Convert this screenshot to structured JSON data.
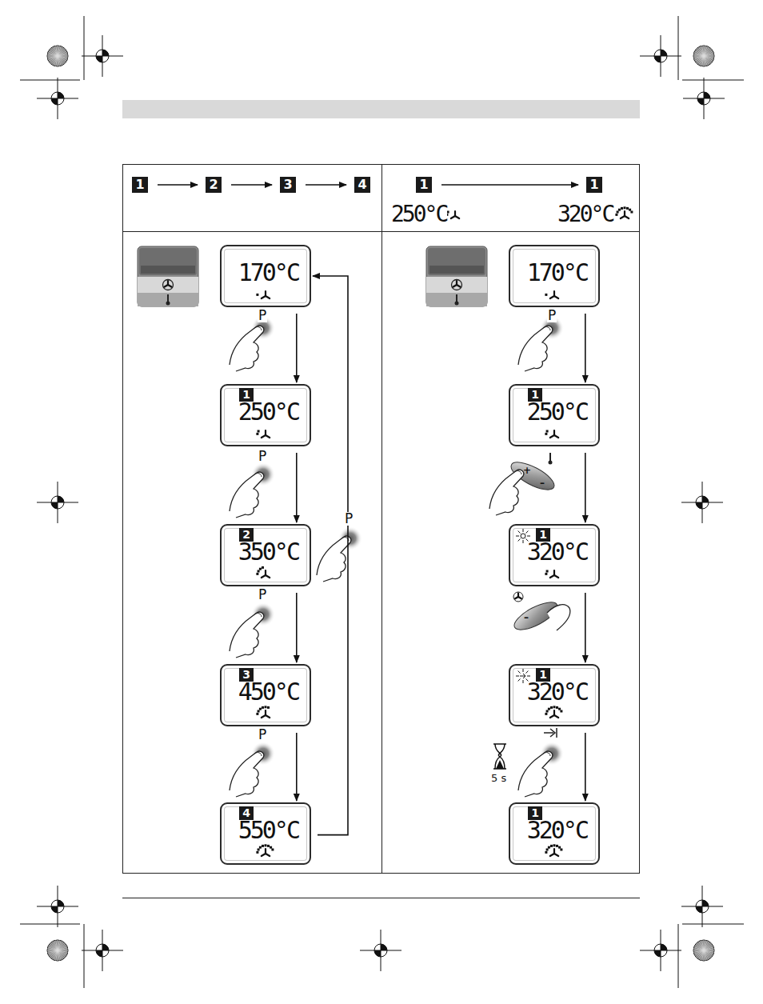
{
  "diagram": {
    "nodes": [
      {
        "text": [
          "1"
        ]
      },
      {
        "text": [
          "2"
        ]
      },
      {
        "text": [
          "3"
        ]
      },
      {
        "text": [
          "4"
        ]
      },
      {
        "text": [
          "1"
        ]
      },
      {
        "text": [
          "1"
        ]
      },
      {
        "text": [
          "170°C"
        ]
      },
      {
        "text": [
          "1",
          "250°C"
        ]
      },
      {
        "text": [
          "2",
          "350°C"
        ]
      },
      {
        "text": [
          "3",
          "450°C"
        ]
      },
      {
        "text": [
          "4",
          "550°C"
        ]
      },
      {
        "text": [
          "170°C"
        ]
      },
      {
        "text": [
          "1",
          "250°C"
        ]
      },
      {
        "text": [
          "1",
          "320°C"
        ]
      },
      {
        "text": [
          "1",
          "320°C"
        ]
      },
      {
        "text": [
          "1",
          "320°C"
        ]
      }
    ],
    "edges": [
      {
        "from": 0,
        "to": 1,
        "arrow": "to"
      },
      {
        "from": 1,
        "to": 2,
        "arrow": "to"
      },
      {
        "from": 2,
        "to": 3,
        "arrow": "to"
      },
      {
        "from": 4,
        "to": 5,
        "arrow": "to"
      },
      {
        "from": 6,
        "to": 7,
        "arrow": "to"
      },
      {
        "from": 7,
        "to": 8,
        "arrow": "to"
      },
      {
        "from": 8,
        "to": 9,
        "arrow": "to"
      },
      {
        "from": 9,
        "to": 10,
        "arrow": "to"
      },
      {
        "from": 10,
        "to": 6,
        "arrow": "to"
      },
      {
        "from": 11,
        "to": 12,
        "arrow": "to"
      },
      {
        "from": 12,
        "to": 13,
        "arrow": "to"
      },
      {
        "from": 13,
        "to": 14,
        "arrow": "to"
      },
      {
        "from": 14,
        "to": 15,
        "arrow": "to"
      }
    ],
    "labels": [
      "250°C",
      "320°C",
      "P",
      "P",
      "P",
      "P",
      "P",
      "P",
      "+",
      "–",
      "–",
      "5 s"
    ]
  }
}
